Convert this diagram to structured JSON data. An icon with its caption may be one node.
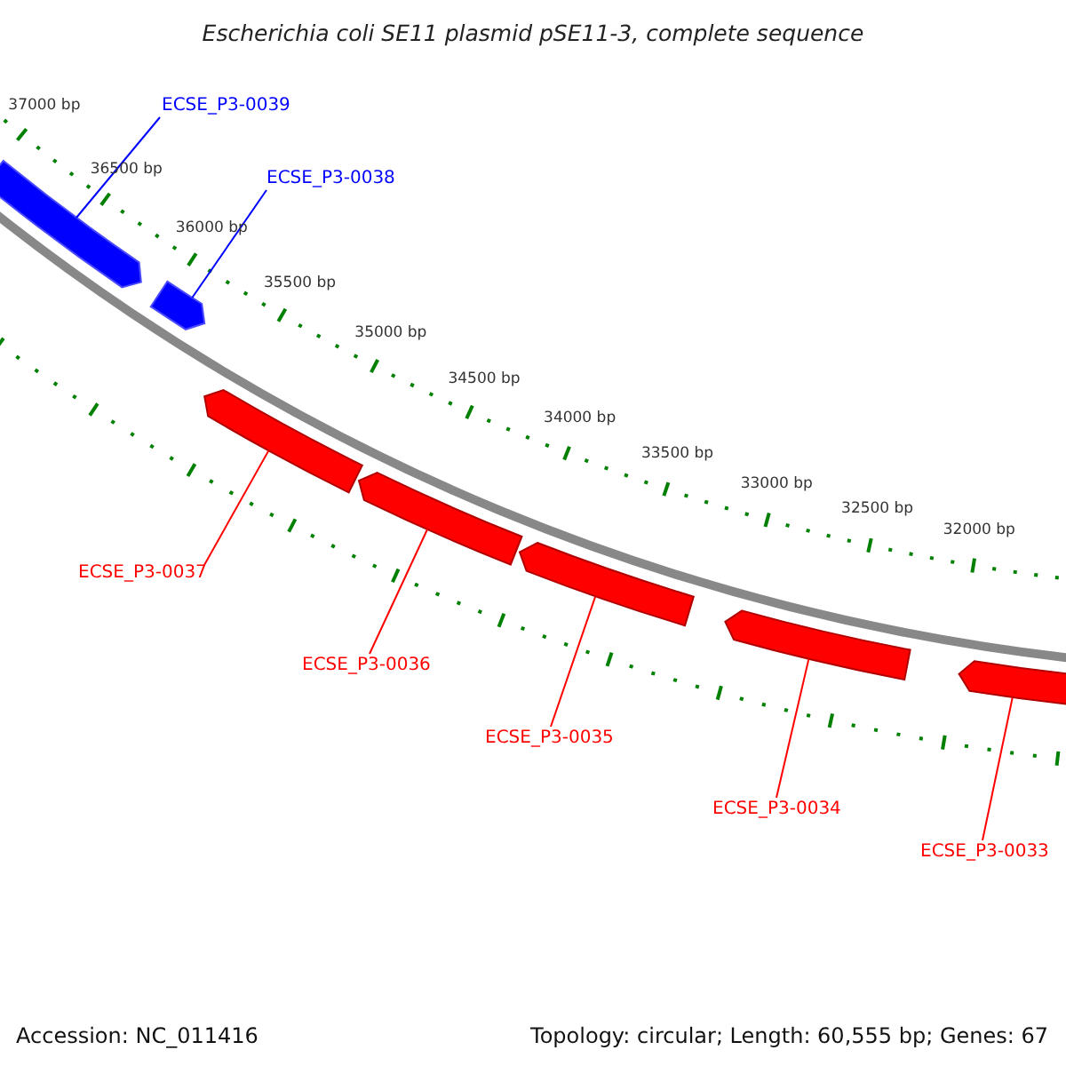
{
  "diagram": {
    "title": "Escherichia coli SE11 plasmid pSE11-3, complete sequence",
    "nodes": [
      {
        "text": [
          "ECSE_P3-0039"
        ]
      },
      {
        "text": [
          "ECSE_P3-0038"
        ]
      },
      {
        "text": [
          "ECSE_P3-0037"
        ]
      },
      {
        "text": [
          "ECSE_P3-0036"
        ]
      },
      {
        "text": [
          "ECSE_P3-0035"
        ]
      },
      {
        "text": [
          "ECSE_P3-0034"
        ]
      },
      {
        "text": [
          "ECSE_P3-0033"
        ]
      },
      {
        "text": [],
        "shape": "arrow"
      },
      {
        "text": [],
        "shape": "arrow"
      },
      {
        "text": [],
        "shape": "arrow"
      },
      {
        "text": [],
        "shape": "arrow"
      },
      {
        "text": [],
        "shape": "arrow"
      },
      {
        "text": [],
        "shape": "arrow"
      },
      {
        "text": [],
        "shape": "arrow"
      }
    ],
    "edges": [
      {
        "from": 0,
        "to": 7,
        "arrow": "none",
        "color": "#0000ff"
      },
      {
        "from": 1,
        "to": 8,
        "arrow": "none",
        "color": "#0000ff"
      },
      {
        "from": 2,
        "to": 9,
        "arrow": "none"
      },
      {
        "from": 3,
        "to": 10,
        "arrow": "none"
      },
      {
        "from": 4,
        "to": 11,
        "arrow": "none"
      },
      {
        "from": 5,
        "to": 12,
        "arrow": "none"
      },
      {
        "from": 6,
        "to": 13,
        "arrow": "none"
      }
    ],
    "labels": [
      "37000 bp",
      "36500 bp",
      "36000 bp",
      "35500 bp",
      "35000 bp",
      "34500 bp",
      "34000 bp",
      "33500 bp",
      "33000 bp",
      "32500 bp",
      "32000 bp",
      "Accession: NC_011416",
      "Topology: circular; Length: 60,555 bp; Genes: 67"
    ]
  }
}
